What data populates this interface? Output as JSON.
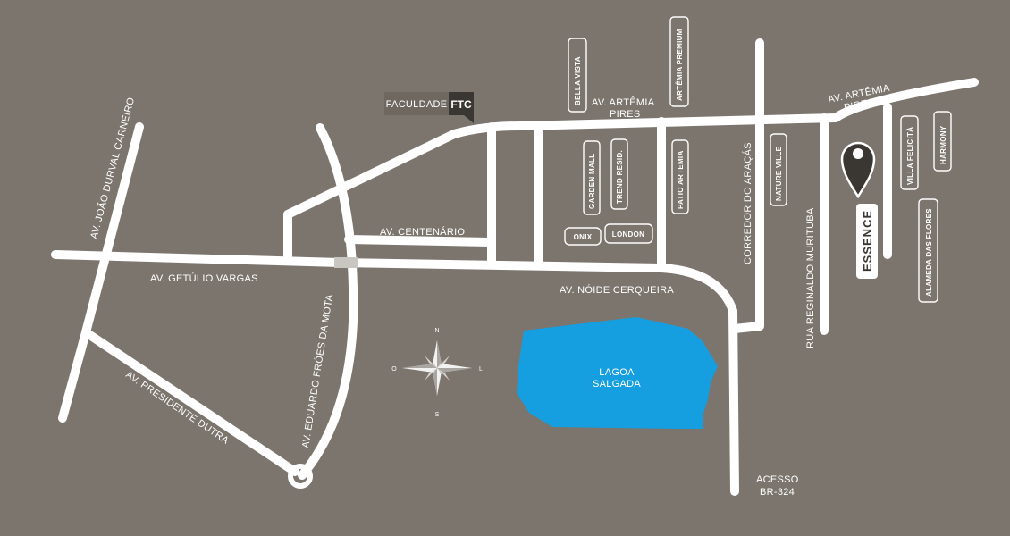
{
  "colors": {
    "background": "#7b756d",
    "road": "#ffffff",
    "lake": "#169fe0",
    "ftc_badge": "#3a3632",
    "faculdade_box": "#6e6861",
    "pin": "#3a3632"
  },
  "streets": {
    "joao_durval": "AV. JOÃO DURVAL CARNEIRO",
    "getulio": "AV. GETÚLIO VARGAS",
    "centenario": "AV. CENTENÁRIO",
    "noide": "AV. NÓIDE CERQUEIRA",
    "eduardo": "AV. EDUARDO FRÓES DA MOTA",
    "presidente": "AV. PRESIDENTE DUTRA",
    "artemia_1": "AV. ARTÊMIA",
    "artemia_1b": "PIRES",
    "artemia_2": "AV. ARTÊMIA",
    "artemia_2b": "PIRES",
    "corredor": "CORREDOR DO ARAÇÁS",
    "reginaldo": "RUA REGINALDO MURITUBA",
    "acesso_1": "ACESSO",
    "acesso_2": "BR-324"
  },
  "landmarks": {
    "faculdade": "FACULDADE",
    "ftc": "FTC",
    "lagoa_1": "LAGOA",
    "lagoa_2": "SALGADA"
  },
  "developments": [
    "BELLA VISTA",
    "ARTÊMIA PREMIUM",
    "GARDEN MALL",
    "TREND RESID.",
    "PATIO ARTEMIA",
    "NATURE VILLE",
    "VILLA FELICITÀ",
    "HARMONY",
    "ALAMEDA DAS FLORES",
    "ONIX",
    "LONDON"
  ],
  "featured": "ESSENCE",
  "compass": {
    "north": "N",
    "south": "S",
    "east": "L",
    "west": "O"
  }
}
